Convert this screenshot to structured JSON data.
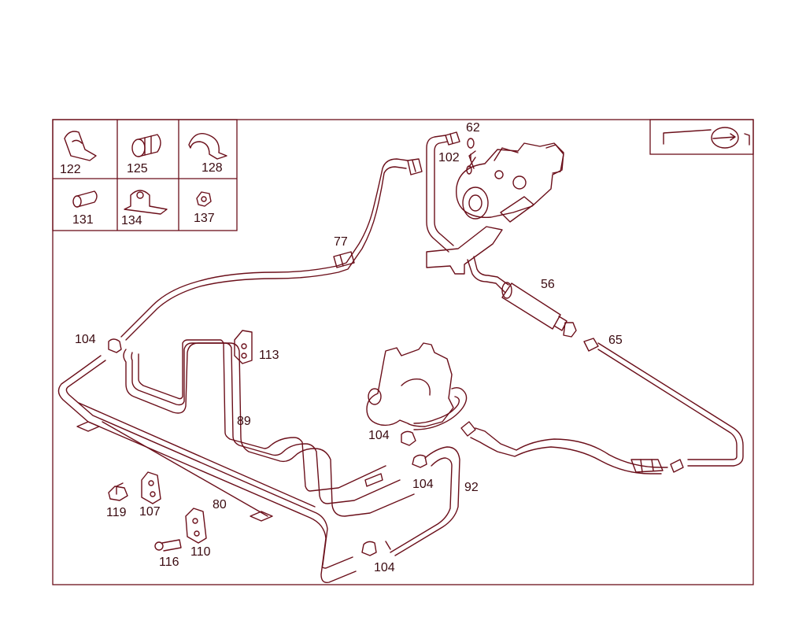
{
  "colors": {
    "line": "#6b0f1a",
    "text": "#3a0a10",
    "background": "#ffffff"
  },
  "legend": {
    "items": [
      "122",
      "125",
      "128",
      "131",
      "134",
      "137"
    ]
  },
  "orientation_icon": "direction-arrow-icon",
  "callouts": {
    "c62": "62",
    "c102": "102",
    "c77": "77",
    "c56": "56",
    "c65": "65",
    "c104a": "104",
    "c113": "113",
    "c89": "89",
    "c104b": "104",
    "c104c": "104",
    "c92": "92",
    "c80": "80",
    "c119": "119",
    "c107": "107",
    "c110": "110",
    "c116": "116",
    "c104d": "104"
  }
}
